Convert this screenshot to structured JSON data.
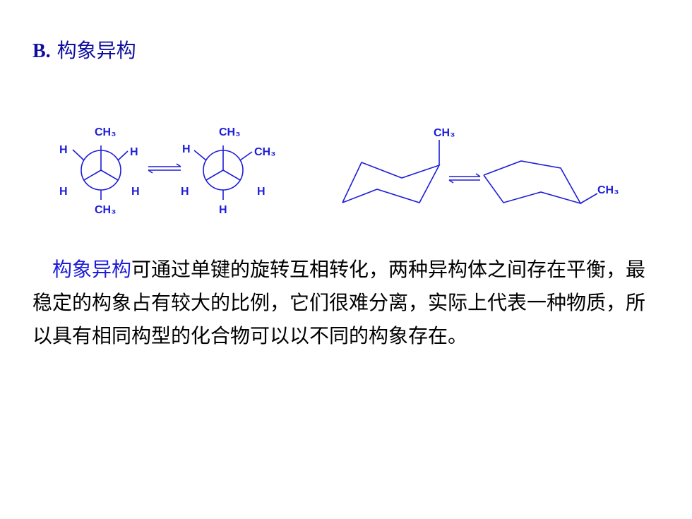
{
  "header": {
    "letter": "B.",
    "title": "构象异构"
  },
  "diagram": {
    "newman1": {
      "top": "CH₃",
      "bottom": "CH₃",
      "upper_left": "H",
      "upper_right": "H",
      "lower_left": "H",
      "lower_right": "H"
    },
    "newman2": {
      "top": "CH₃",
      "upper_left": "H",
      "upper_right": "CH₃",
      "lower_left": "H",
      "lower_right": "H",
      "bottom": "H"
    },
    "chair1_substituent": "CH₃",
    "chair2_substituent": "CH₃",
    "line_color": "#1d1dd8"
  },
  "paragraph": {
    "highlight": "构象异构",
    "rest": "可通过单键的旋转互相转化，两种异构体之间存在平衡，最稳定的构象占有较大的比例，它们很难分离，实际上代表一种物质，所以具有相同构型的化合物可以以不同的构象存在。",
    "highlight_color": "#1d1dd8"
  }
}
